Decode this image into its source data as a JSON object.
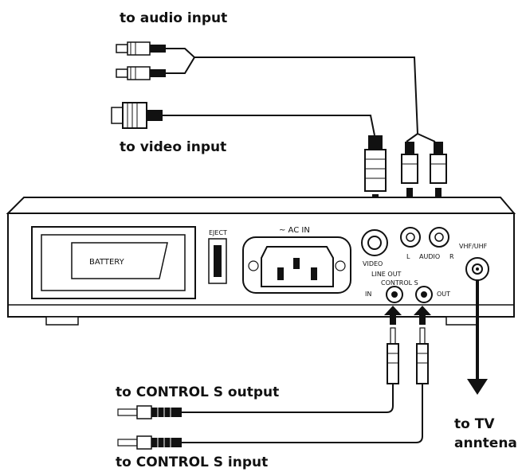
{
  "labels": {
    "audio_input": "to audio input",
    "video_input": "to video input",
    "control_s_output": "to CONTROL S output",
    "control_s_input": "to CONTROL S input",
    "tv_antenna_line1": "to TV",
    "tv_antenna_line2": "anntena"
  },
  "panel": {
    "battery": "BATTERY",
    "eject": "EJECT",
    "ac_in": "~ AC IN",
    "video": "VIDEO",
    "audio": "AUDIO",
    "audio_l": "L",
    "audio_r": "R",
    "line_out": "LINE OUT",
    "control_s": "CONTROL S",
    "control_in": "IN",
    "control_out": "OUT",
    "vhf_uhf": "VHF/UHF"
  }
}
